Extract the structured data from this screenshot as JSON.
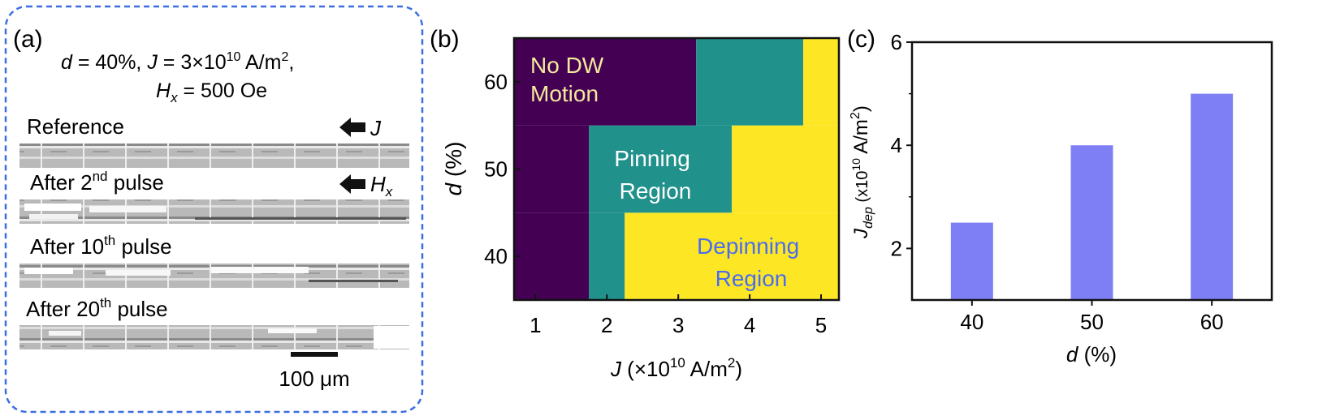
{
  "panel_a": {
    "label": "(a)",
    "cond_line1": {
      "d_sym": "d",
      "d_val": " = 40%, ",
      "j_sym": "J",
      "j_val": " = 3×10",
      "j_exp": "10",
      "j_unit": " A/m",
      "j_unit_exp": "2",
      "tail": ","
    },
    "cond_line2": {
      "h_sym": "H",
      "h_sub": "x",
      "h_val": " = 500 Oe"
    },
    "rows": [
      {
        "pre": "Reference",
        "sup": "",
        "post": ""
      },
      {
        "pre": "After 2",
        "sup": "nd",
        "post": " pulse"
      },
      {
        "pre": "After 10",
        "sup": "th",
        "post": " pulse"
      },
      {
        "pre": "After 20",
        "sup": "th",
        "post": " pulse"
      }
    ],
    "arrow_j": "J",
    "arrow_h": {
      "sym": "H",
      "sub": "x"
    },
    "scale_bar": "100 μm"
  },
  "panel_b": {
    "label": "(b)",
    "region_labels": {
      "no_dw_1": "No DW",
      "no_dw_2": "Motion",
      "pin_1": "Pinning",
      "pin_2": "Region",
      "dep_1": "Depinning",
      "dep_2": "Region"
    },
    "xlabel": {
      "sym": "J",
      "pre": " (×10",
      "exp": "10",
      "post": " A/m",
      "exp2": "2",
      "close": ")"
    },
    "ylabel": {
      "sym": "d",
      "rest": " (%)"
    }
  },
  "panel_c": {
    "label": "(c)",
    "xlabel": {
      "sym": "d",
      "rest": " (%)"
    },
    "ylabel": {
      "sym": "J",
      "sub": "dep",
      "pre": " (x10",
      "exp": "10",
      "post": " A/m",
      "exp2": "2",
      "close": ")"
    }
  },
  "colors": {
    "no_motion": "#440154",
    "pinning": "#21918c",
    "depinning": "#fde725",
    "bar": "#7f7ff5",
    "depin_text": "#4a6cf0",
    "frame": "#3b6fe0"
  },
  "chart_data": [
    {
      "type": "heatmap",
      "title": "",
      "xlabel": "J (×10^10 A/m^2)",
      "ylabel": "d (%)",
      "xlim": [
        0.7,
        5.25
      ],
      "ylim": [
        35,
        65
      ],
      "x_ticks": [
        1,
        2,
        3,
        4,
        5
      ],
      "y_ticks": [
        40,
        50,
        60
      ],
      "regions": [
        {
          "name": "No DW Motion",
          "color": "#440154"
        },
        {
          "name": "Pinning Region",
          "color": "#21918c"
        },
        {
          "name": "Depinning Region",
          "color": "#fde725"
        }
      ],
      "boundaries": [
        {
          "d_range": [
            35,
            45
          ],
          "pinning_from_J": 1.75,
          "depinning_from_J": 2.25
        },
        {
          "d_range": [
            45,
            55
          ],
          "pinning_from_J": 1.75,
          "depinning_from_J": 3.75
        },
        {
          "d_range": [
            55,
            65
          ],
          "pinning_from_J": 3.25,
          "depinning_from_J": 4.75
        }
      ]
    },
    {
      "type": "bar",
      "title": "",
      "xlabel": "d (%)",
      "ylabel": "J_dep (x10^10 A/m^2)",
      "categories": [
        "40",
        "50",
        "60"
      ],
      "values": [
        2.5,
        4,
        5
      ],
      "ylim": [
        1,
        6
      ],
      "y_ticks": [
        2,
        4,
        6
      ]
    }
  ]
}
